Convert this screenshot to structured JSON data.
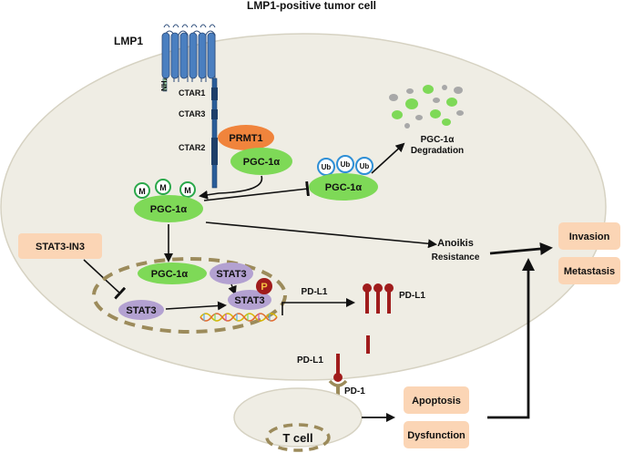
{
  "title": "LMP1-positive tumor cell",
  "lmp1": {
    "label": "LMP1",
    "nh2": "NH₂",
    "ctar1": "CTAR1",
    "ctar3": "CTAR3",
    "ctar2": "CTAR2"
  },
  "prmt1": "PRMT1",
  "pgc_bound": "PGC-1α",
  "pgc_methyl": {
    "label": "PGC-1α",
    "mark": "M"
  },
  "pgc_ub": {
    "label": "PGC-1α",
    "mark": "Ub"
  },
  "degradation": {
    "line1": "PGC-1α",
    "line2": "Degradation"
  },
  "anoikis": {
    "line1": "Anoikis",
    "line2": "Resistance"
  },
  "inhibitor": "STAT3-IN3",
  "nucleus": {
    "pgc": "PGC-1α",
    "stat3_complex": "STAT3",
    "stat3_phospho": "STAT3",
    "phospho_mark": "P",
    "stat3_free": "STAT3",
    "pdl1_gene": "PD-L1"
  },
  "pdl1_surface": "PD-L1",
  "pdl1_soluble": "PD-L1",
  "pd1": "PD-1",
  "tcell": "T  cell",
  "outcomes": {
    "apoptosis": "Apoptosis",
    "dysfunction": "Dysfunction",
    "invasion": "Invasion",
    "metastasis": "Metastasis"
  },
  "colors": {
    "cell_fill": "#efede4",
    "green": "#7ed957",
    "purple": "#b3a1d1",
    "orange": "#f0843c",
    "peach": "#fbd5b5",
    "dark_red": "#a01c1c",
    "receptor_blue": "#4a7fc0",
    "dashed_brown": "#9c8b5b"
  }
}
